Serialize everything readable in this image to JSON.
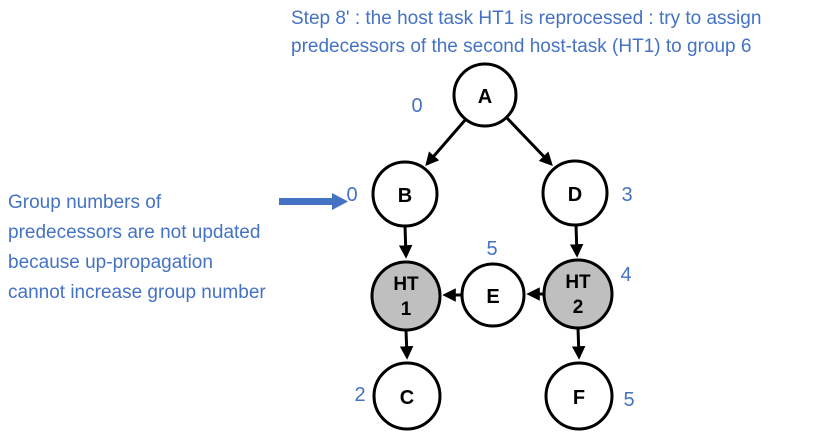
{
  "title": {
    "lines": [
      "Step 8' : the host task HT1 is reprocessed : try to assign",
      "predecessors of the second host-task (HT1) to group 6"
    ]
  },
  "annotation": {
    "lines": [
      "Group numbers of",
      "predecessors are not updated",
      "because up-propagation",
      "cannot increase group number"
    ],
    "arrow_icon": "arrow-right-icon"
  },
  "colors": {
    "accent_blue": "#4472C4",
    "host_task_fill": "#BFBFBF",
    "node_fill": "#FFFFFF",
    "outline": "#000000"
  },
  "graph": {
    "nodes": {
      "a": {
        "label": "A",
        "group": "0"
      },
      "b": {
        "label": "B",
        "group": "0"
      },
      "d": {
        "label": "D",
        "group": "3"
      },
      "ht1": {
        "line1": "HT",
        "line2": "1"
      },
      "e": {
        "label": "E",
        "group": "5"
      },
      "ht2": {
        "line1": "HT",
        "line2": "2",
        "group": "4"
      },
      "c": {
        "label": "C",
        "group": "2"
      },
      "f": {
        "label": "F",
        "group": "5"
      }
    },
    "edges": [
      {
        "from": "A",
        "to": "B"
      },
      {
        "from": "A",
        "to": "D"
      },
      {
        "from": "B",
        "to": "HT1"
      },
      {
        "from": "D",
        "to": "HT2"
      },
      {
        "from": "HT2",
        "to": "E"
      },
      {
        "from": "E",
        "to": "HT1"
      },
      {
        "from": "HT1",
        "to": "C"
      },
      {
        "from": "HT2",
        "to": "F"
      }
    ]
  }
}
